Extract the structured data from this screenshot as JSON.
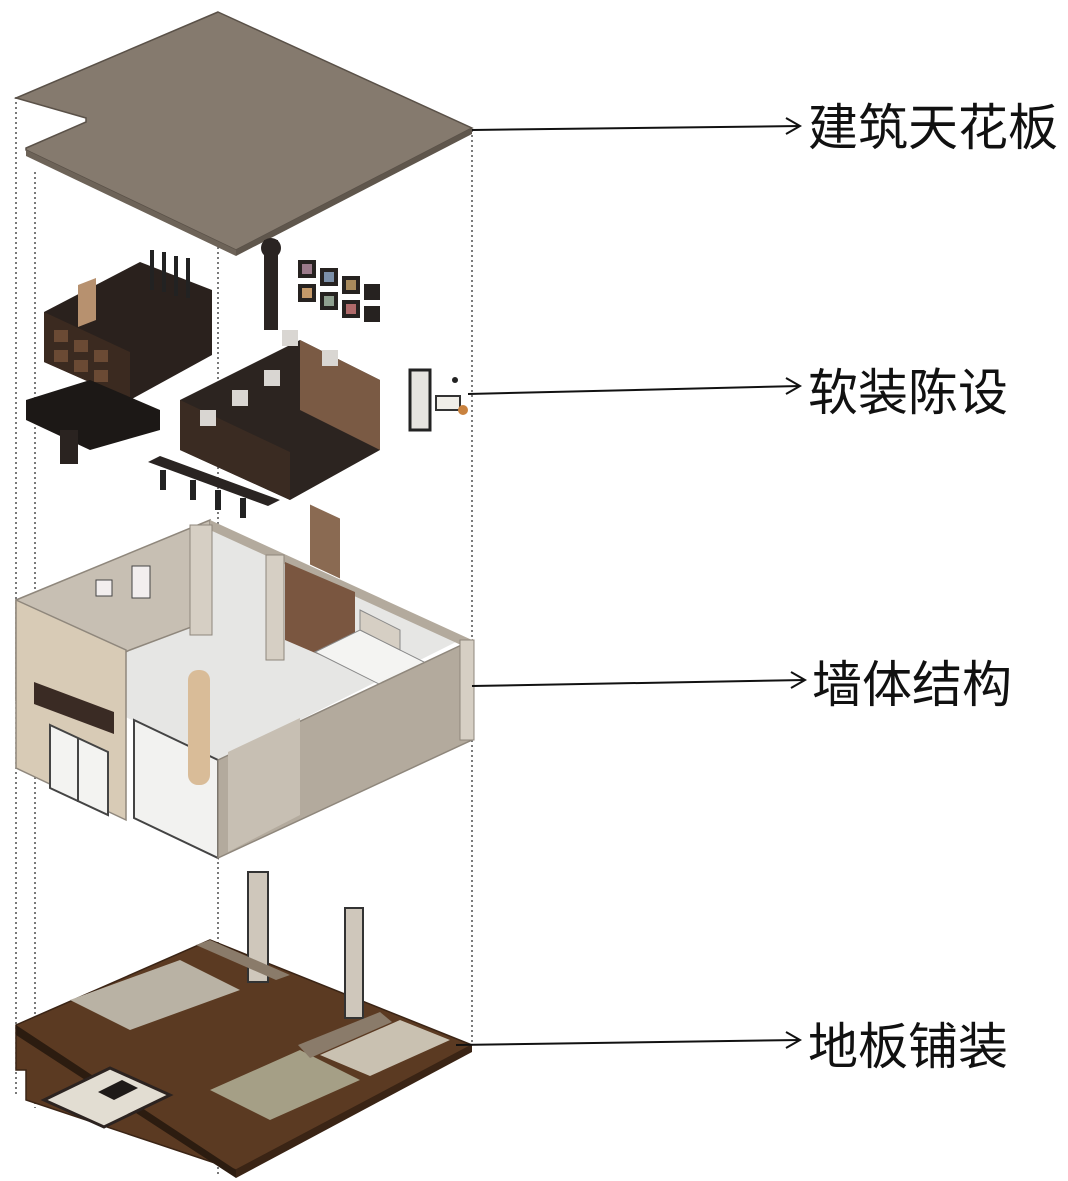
{
  "layers": [
    {
      "id": "ceiling",
      "label": "建筑天花板"
    },
    {
      "id": "furnishings",
      "label": "软装陈设"
    },
    {
      "id": "walls",
      "label": "墙体结构"
    },
    {
      "id": "floor",
      "label": "地板铺装"
    }
  ],
  "sign_text": "",
  "colors": {
    "ceiling": "#857a6e",
    "wall_light": "#c7bfb3",
    "wall_mid": "#b3aa9d",
    "wall_dark": "#8f877c",
    "wood_dark": "#4a2e1c",
    "wood_floor": "#5b3a22",
    "tile_light": "#d9d4c8",
    "furniture": "#1e1a18"
  }
}
